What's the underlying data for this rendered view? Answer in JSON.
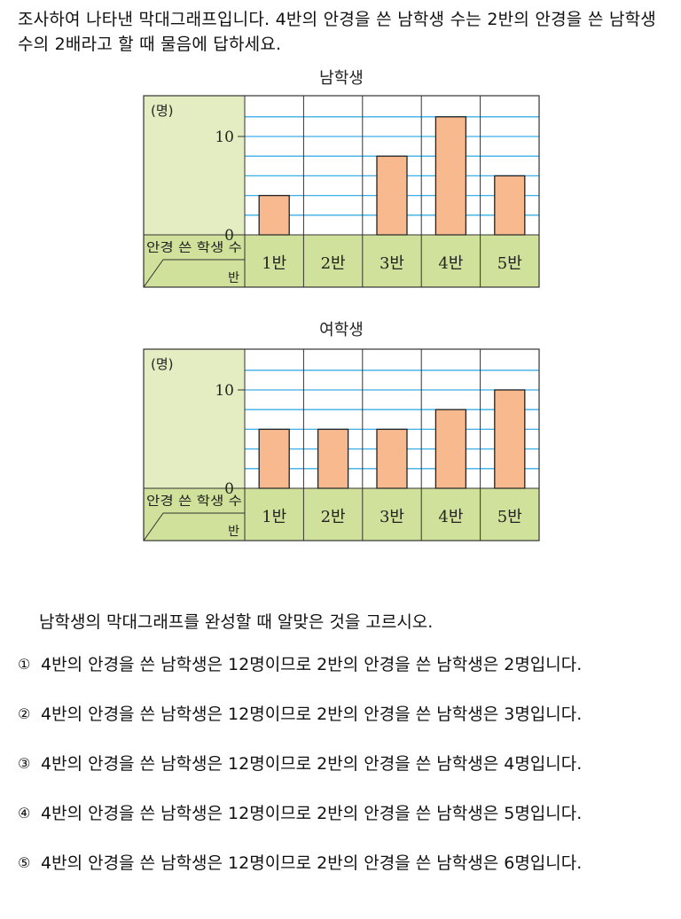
{
  "intro_text": "조사하여 나타낸 막대그래프입니다. 4반의 안경을 쓴 남학생 수는 2반의 안경을 쓴 남학생 수의 2배라고 할 때 물음에 답하세요.",
  "chart_data": [
    {
      "type": "bar",
      "title": "남학생",
      "ylabel": "(명)",
      "corner_top": "안경 쓴 학생 수",
      "corner_bottom": "반",
      "categories": [
        "1반",
        "2반",
        "3반",
        "4반",
        "5반"
      ],
      "values": [
        4,
        null,
        8,
        12,
        6
      ],
      "yticks": [
        0,
        10
      ],
      "ylim": [
        0,
        14
      ]
    },
    {
      "type": "bar",
      "title": "여학생",
      "ylabel": "(명)",
      "corner_top": "안경 쓴 학생 수",
      "corner_bottom": "반",
      "categories": [
        "1반",
        "2반",
        "3반",
        "4반",
        "5반"
      ],
      "values": [
        6,
        6,
        6,
        8,
        10
      ],
      "yticks": [
        0,
        10
      ],
      "ylim": [
        0,
        12
      ]
    }
  ],
  "question": "남학생의 막대그래프를 완성할 때 알맞은 것을 고르시오.",
  "choices": [
    {
      "num": "①",
      "text": "4반의 안경을 쓴 남학생은 12명이므로 2반의 안경을 쓴 남학생은 2명입니다."
    },
    {
      "num": "②",
      "text": "4반의 안경을 쓴 남학생은 12명이므로 2반의 안경을 쓴 남학생은 3명입니다."
    },
    {
      "num": "③",
      "text": "4반의 안경을 쓴 남학생은 12명이므로 2반의 안경을 쓴 남학생은 4명입니다."
    },
    {
      "num": "④",
      "text": "4반의 안경을 쓴 남학생은 12명이므로 2반의 안경을 쓴 남학생은 5명입니다."
    },
    {
      "num": "⑤",
      "text": "4반의 안경을 쓴 남학생은 12명이므로 2반의 안경을 쓴 남학생은 6명입니다."
    }
  ],
  "colors": {
    "bar_fill": "#f7b98d",
    "bar_stroke": "#222222",
    "panel_bg": "#e4edc2",
    "label_bg": "#cfe19a",
    "grid": "#3aaee6"
  }
}
